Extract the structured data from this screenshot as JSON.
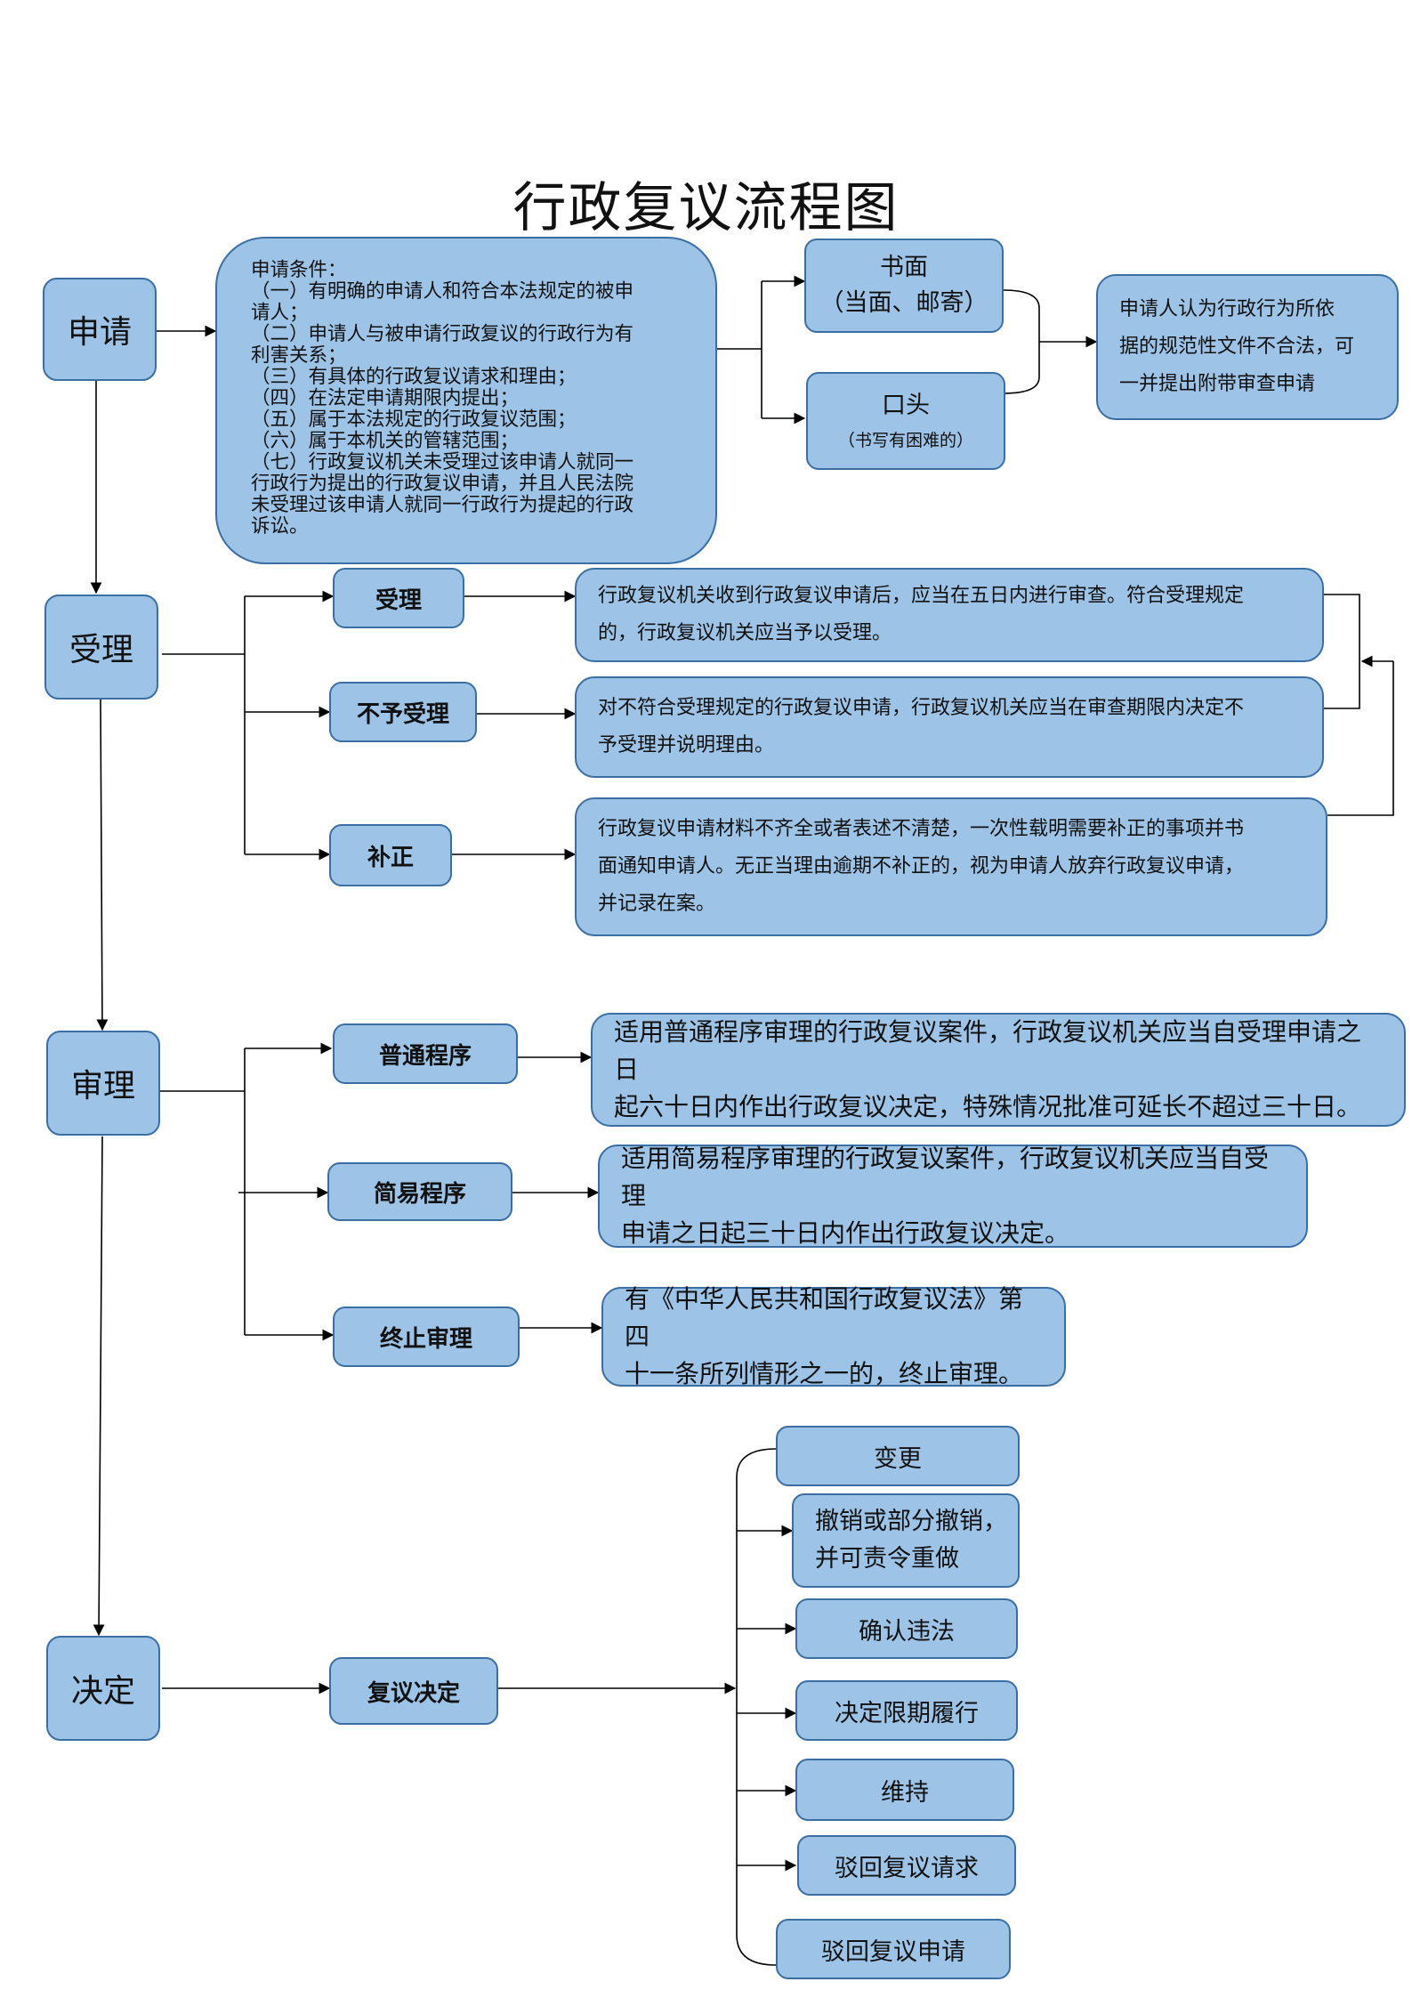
{
  "title": "行政复议流程图",
  "stages": {
    "apply": "申请",
    "accept": "受理",
    "review": "审理",
    "decide": "决定"
  },
  "conditions": {
    "heading": "申请条件：",
    "items": [
      "（一）有明确的申请人和符合本法规定的被申",
      "请人；",
      "（二）申请人与被申请行政复议的行政行为有",
      "利害关系；",
      "（三）有具体的行政复议请求和理由；",
      "（四）在法定申请期限内提出；",
      "（五）属于本法规定的行政复议范围；",
      "（六）属于本机关的管辖范围；",
      "（七）行政复议机关未受理过该申请人就同一",
      "行政行为提出的行政复议申请，并且人民法院",
      "未受理过该申请人就同一行政行为提起的行政",
      "诉讼。"
    ]
  },
  "apply_methods": {
    "written": "书面",
    "written_note": "（当面、邮寄）",
    "oral": "口头",
    "oral_note": "（书写有困难的）"
  },
  "apply_note": {
    "lines": [
      "申请人认为行政行为所依",
      "据的规范性文件不合法，可",
      "一并提出附带审查申请"
    ]
  },
  "accept": {
    "accept_label": "受理",
    "accept_desc": [
      "行政复议机关收到行政复议申请后，应当在五日内进行审查。符合受理规定",
      "的，行政复议机关应当予以受理。"
    ],
    "reject_label": "不予受理",
    "reject_desc": [
      "对不符合受理规定的行政复议申请，行政复议机关应当在审查期限内决定不",
      "予受理并说明理由。"
    ],
    "correct_label": "补正",
    "correct_desc": [
      "行政复议申请材料不齐全或者表述不清楚，一次性载明需要补正的事项并书",
      "面通知申请人。无正当理由逾期不补正的，视为申请人放弃行政复议申请，",
      "并记录在案。"
    ]
  },
  "review": {
    "normal_label": "普通程序",
    "normal_desc": [
      "适用普通程序审理的行政复议案件，行政复议机关应当自受理申请之日",
      "起六十日内作出行政复议决定，特殊情况批准可延长不超过三十日。"
    ],
    "simple_label": "简易程序",
    "simple_desc": [
      "适用简易程序审理的行政复议案件，行政复议机关应当自受理",
      "申请之日起三十日内作出行政复议决定。"
    ],
    "stop_label": "终止审理",
    "stop_desc": [
      "有《中华人民共和国行政复议法》第四",
      "十一条所列情形之一的，终止审理。"
    ]
  },
  "decide": {
    "label": "复议决定",
    "outcomes": [
      "变更",
      "撤销或部分撤销，",
      "并可责令重做",
      "确认违法",
      "决定限期履行",
      "维持",
      "驳回复议请求",
      "驳回复议申请"
    ]
  },
  "colors": {
    "box_fill": "#9dc3e6",
    "box_border": "#3a6fa6",
    "line": "#000000"
  }
}
